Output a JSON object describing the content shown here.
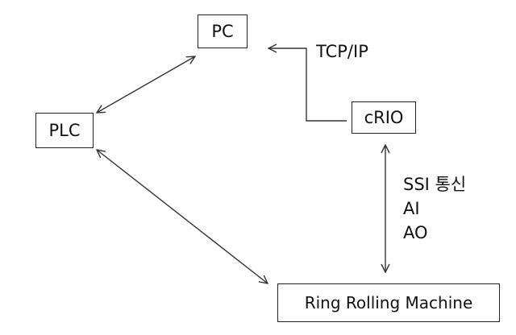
{
  "diagram": {
    "nodes": {
      "pc": "PC",
      "plc": "PLC",
      "crio": "cRIO",
      "machine": "Ring Rolling Machine"
    },
    "labels": {
      "tcp": "TCP/IP",
      "comm": [
        "SSI 통신",
        "AI",
        "AO"
      ]
    },
    "edges": [
      {
        "from": "PLC",
        "to": "PC",
        "direction": "both"
      },
      {
        "from": "cRIO",
        "to": "PC",
        "direction": "to PC",
        "label": "TCP/IP"
      },
      {
        "from": "PLC",
        "to": "Ring Rolling Machine",
        "direction": "both"
      },
      {
        "from": "cRIO",
        "to": "Ring Rolling Machine",
        "direction": "both",
        "label": "SSI 통신 / AI / AO"
      }
    ],
    "colors": {
      "line": "#333333",
      "background": "#ffffff"
    }
  }
}
